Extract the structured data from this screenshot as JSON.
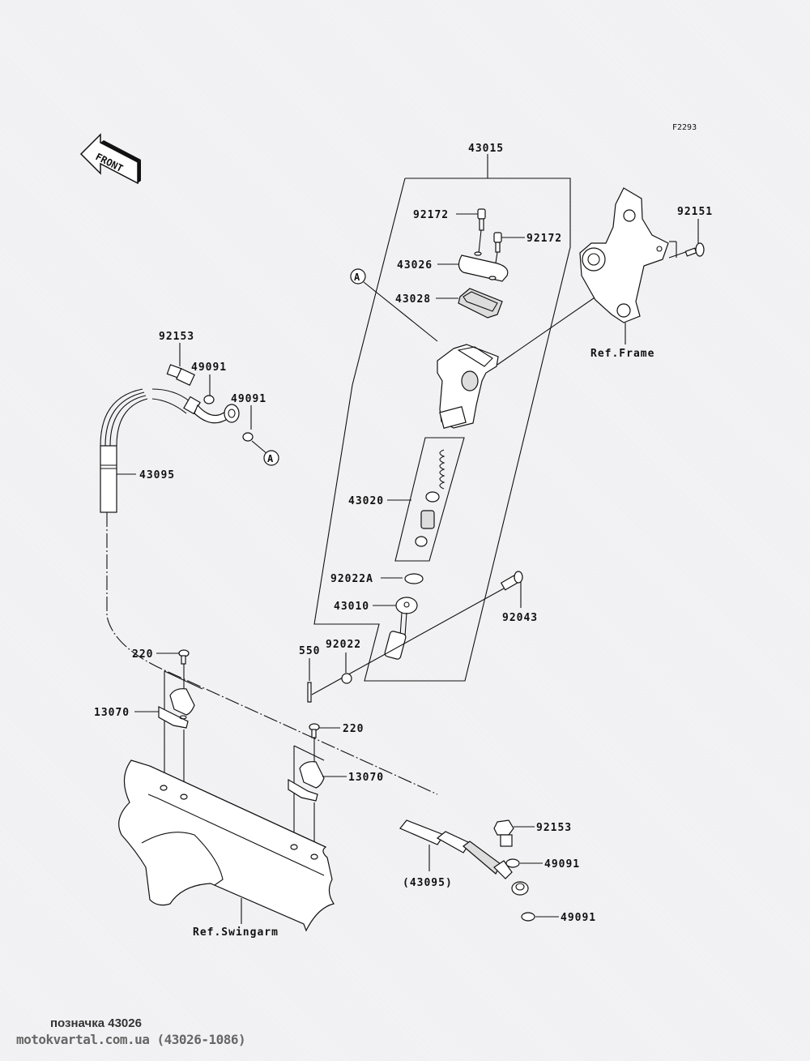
{
  "figure_code": "F2293",
  "front_arrow_label": "FRONT",
  "ref_labels": {
    "frame": "Ref.Frame",
    "swingarm": "Ref.Swingarm"
  },
  "callout_marker": "A",
  "parts": {
    "assembly_43015": "43015",
    "bolt_92172_a": "92172",
    "bolt_92172_b": "92172",
    "cap_43026": "43026",
    "diaphragm_43028": "43028",
    "bolt_92151": "92151",
    "bolt_92153_top": "92153",
    "washer_49091_a": "49091",
    "washer_49091_b": "49091",
    "hose_43095": "43095",
    "piston_kit_43020": "43020",
    "circlip_92022A": "92022A",
    "push_rod_43010": "43010",
    "pin_92043": "92043",
    "cotter_pin_550": "550",
    "washer_92022": "92022",
    "screw_220_a": "220",
    "clamp_13070_a": "13070",
    "screw_220_b": "220",
    "clamp_13070_b": "13070",
    "bolt_92153_bottom": "92153",
    "hose_43095_ref": "(43095)",
    "washer_49091_c": "49091",
    "washer_49091_d": "49091"
  },
  "footer": {
    "caption": "позначка 43026",
    "watermark": "motokvartal.com.ua (43026-1086)"
  }
}
